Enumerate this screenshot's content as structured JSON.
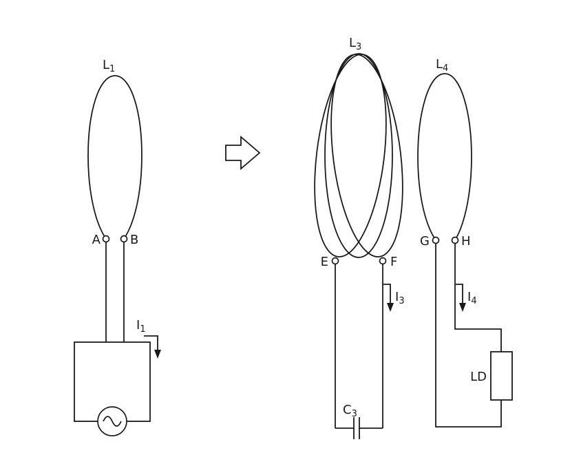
{
  "diagram": {
    "background": "#ffffff",
    "ink": "#1a1a1a",
    "left": {
      "coil_label": {
        "base": "L",
        "sub": "1"
      },
      "terminal_left": "A",
      "terminal_right": "B",
      "current": {
        "base": "I",
        "sub": "1"
      },
      "source_icon": "ac-source"
    },
    "transform_arrow_icon": "right-block-arrow",
    "coil3": {
      "coil_label": {
        "base": "L",
        "sub": "3"
      },
      "terminal_left": "E",
      "terminal_right": "F",
      "current": {
        "base": "I",
        "sub": "3"
      },
      "capacitor": {
        "base": "C",
        "sub": "3"
      }
    },
    "coil4": {
      "coil_label": {
        "base": "L",
        "sub": "4"
      },
      "terminal_left": "G",
      "terminal_right": "H",
      "current": {
        "base": "I",
        "sub": "4"
      },
      "load": "LD"
    }
  }
}
